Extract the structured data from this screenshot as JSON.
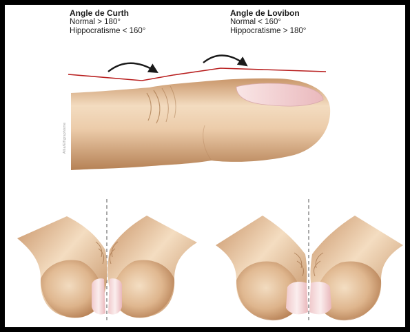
{
  "curth": {
    "title": "Angle de Curth",
    "line1": "Normal > 180°",
    "line2": "Hippocratisme < 160°"
  },
  "lovibon": {
    "title": "Angle de Lovibon",
    "line1": "Normal < 160°",
    "line2": "Hippocratisme > 180°"
  },
  "credit": "Alila/Elf/graphisme",
  "colors": {
    "skin_light": "#f3dcc0",
    "skin_mid": "#d9b089",
    "skin_dark": "#b88559",
    "nail": "#f6d9da",
    "angle_line": "#b81e1e",
    "arrow": "#1a1a1a",
    "dashed_axis": "#6e6e6e"
  }
}
